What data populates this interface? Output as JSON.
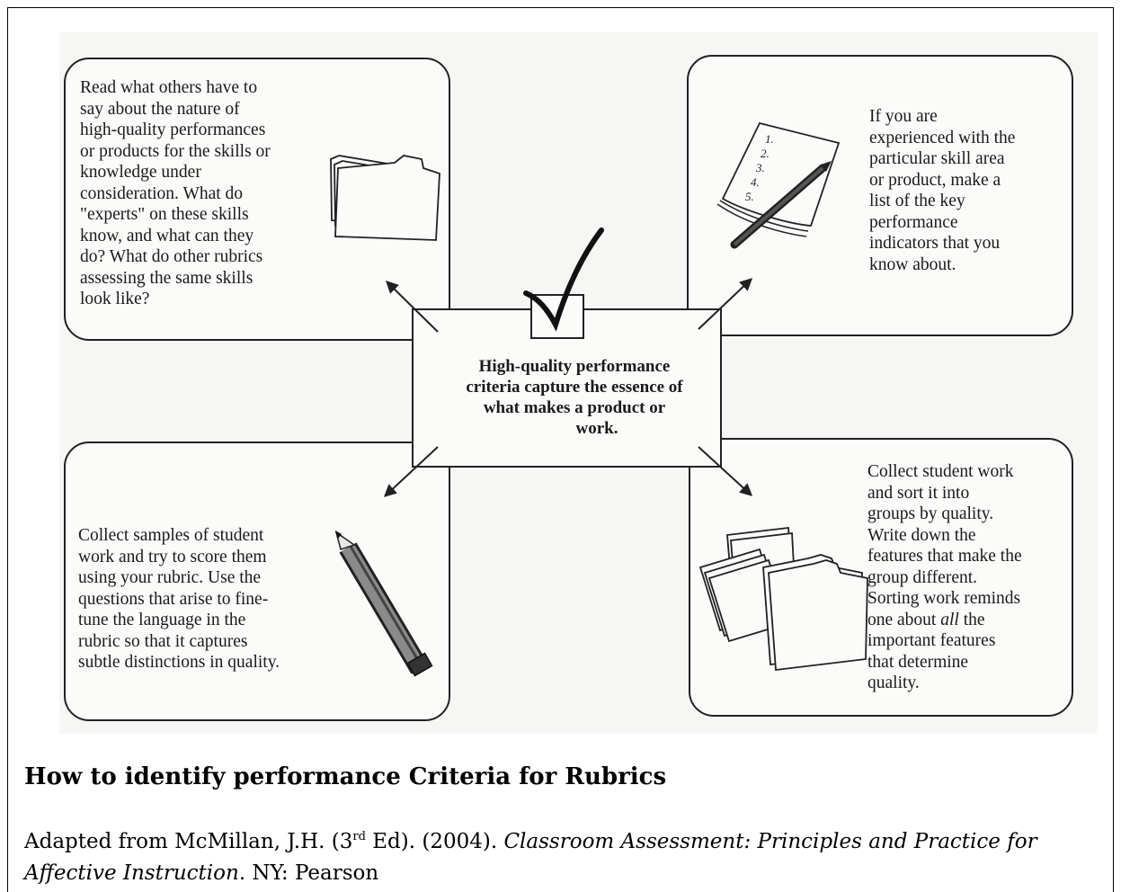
{
  "diagram": {
    "center": {
      "lines": [
        "High-quality performance",
        "criteria capture the essence of",
        "what makes a product or",
        "work."
      ]
    },
    "boxes": [
      {
        "id": "top-left",
        "icon": "folder-stack-icon",
        "lines": [
          "Read what others have to",
          "say about the nature of",
          "high-quality performances",
          "or products for the skills or",
          "knowledge under",
          "consideration. What do",
          "\"experts\" on these skills",
          "know, and what can they",
          "do? What do other rubrics",
          "assessing the same skills",
          "look like?"
        ]
      },
      {
        "id": "top-right",
        "icon": "notepad-pencil-icon",
        "lines": [
          "If you are",
          "experienced with the",
          "particular skill area",
          "or product, make a",
          "list of the key",
          "performance",
          "indicators that you",
          "know about."
        ]
      },
      {
        "id": "bottom-left",
        "icon": "pencil-icon",
        "lines": [
          "Collect samples of student",
          "work and try to score them",
          "using your rubric. Use the",
          "questions that arise to fine-",
          "tune the language in the",
          "rubric so that it captures",
          "subtle distinctions in quality."
        ]
      },
      {
        "id": "bottom-right",
        "icon": "folder-pile-icon",
        "lines": [
          "Collect student work",
          "and sort it into",
          "groups by quality.",
          "Write down the",
          "features that make the",
          "group different.",
          "Sorting work reminds",
          "one about all the",
          "important features",
          "that determine",
          "quality."
        ]
      }
    ],
    "notepad_numbers": [
      "1.",
      "2.",
      "3.",
      "4.",
      "5."
    ]
  },
  "caption": {
    "title": "How to identify performance Criteria for Rubrics",
    "citation": {
      "prefix": "Adapted from McMillan, J.H. (3",
      "sup": "rd",
      "mid": " Ed). (2004). ",
      "book": "Classroom Assessment: Principles and Practice for Affective Instruction",
      "suffix": ". NY: Pearson"
    }
  }
}
